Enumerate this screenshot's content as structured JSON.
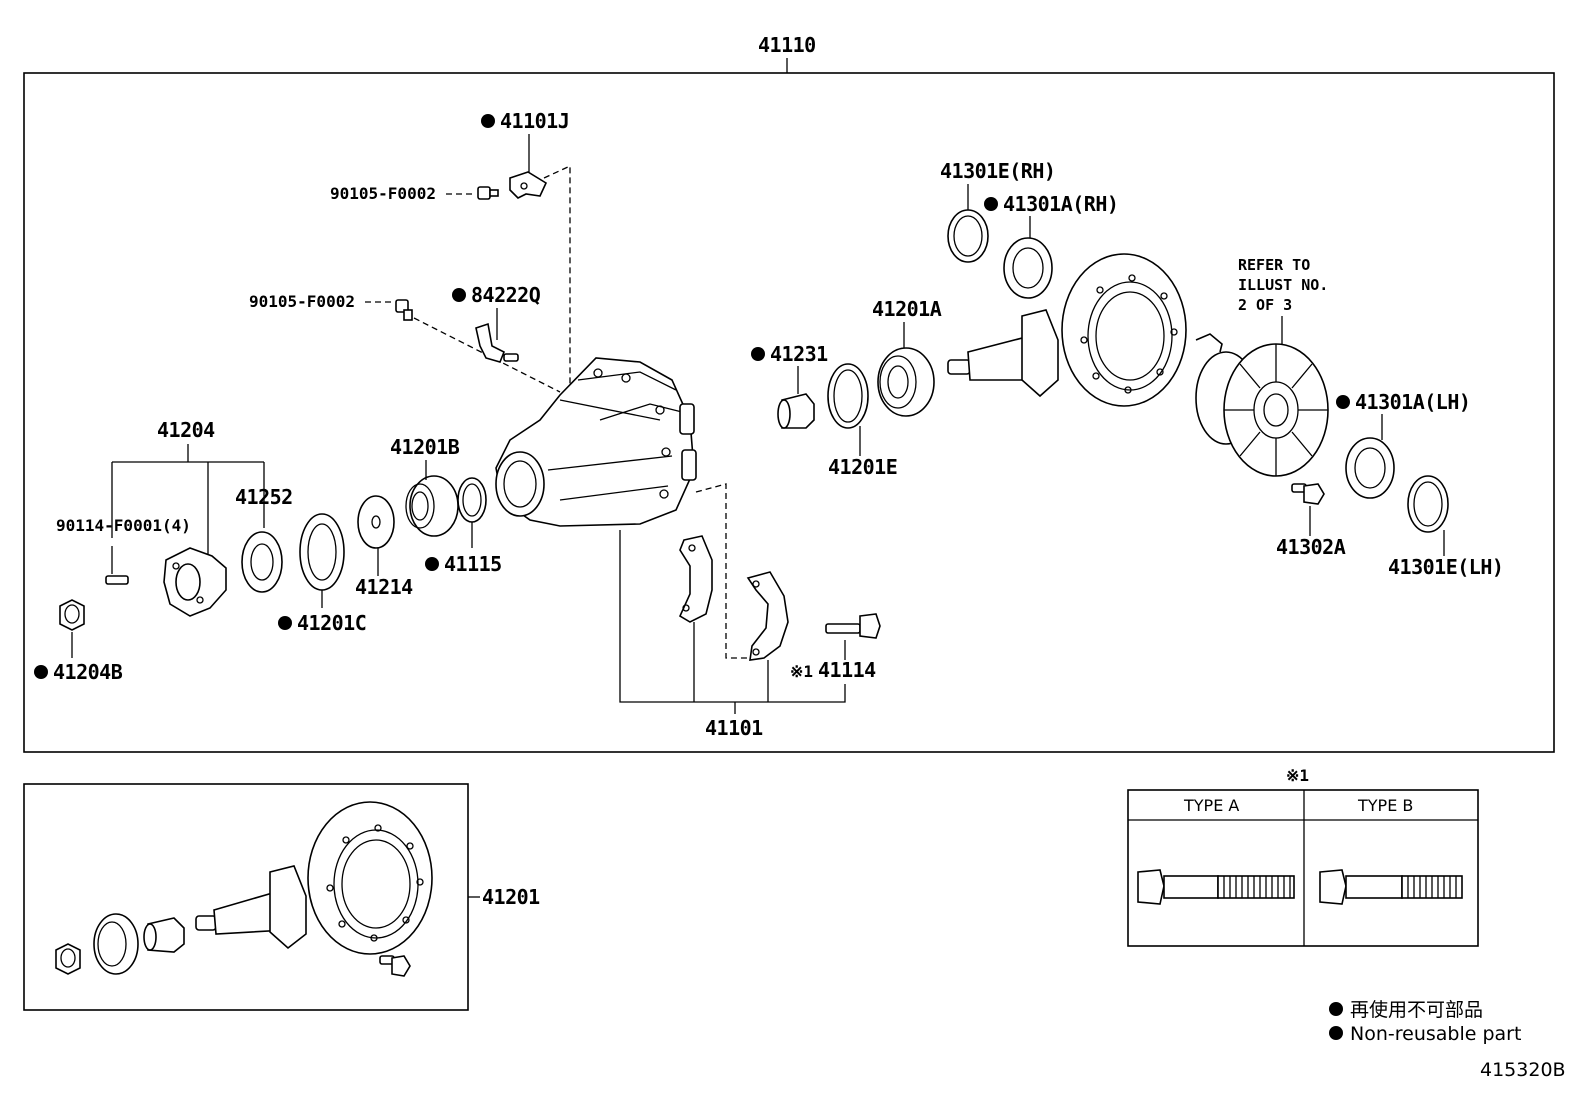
{
  "labels": {
    "assy_41110": "41110",
    "p41101J": "41101J",
    "p90105a": "90105-F0002",
    "p90105b": "90105-F0002",
    "p84222Q": "84222Q",
    "p41204": "41204",
    "p90114": "90114-F0001(4)",
    "p41252": "41252",
    "p41201B": "41201B",
    "p41214": "41214",
    "p41115": "41115",
    "p41201C": "41201C",
    "p41204B": "41204B",
    "p41231": "41231",
    "p41201A": "41201A",
    "p41201E": "41201E",
    "p41301E_RH": "41301E(RH)",
    "p41301A_RH": "41301A(RH)",
    "p41301A_LH": "41301A(LH)",
    "p41302A": "41302A",
    "p41301E_LH": "41301E(LH)",
    "p41114": "41114",
    "p41114_mark": "※1",
    "p41101": "41101",
    "p41201": "41201"
  },
  "refer_note": [
    "REFER TO",
    "ILLUST NO.",
    "2 OF 3"
  ],
  "bolt_table": {
    "note_mark": "※1",
    "type_a": "TYPE A",
    "type_b": "TYPE B"
  },
  "legend": {
    "line_jp": "再使用不可部品",
    "line_en": "Non-reusable part",
    "bullet": "●"
  },
  "illustration_id": "415320B"
}
